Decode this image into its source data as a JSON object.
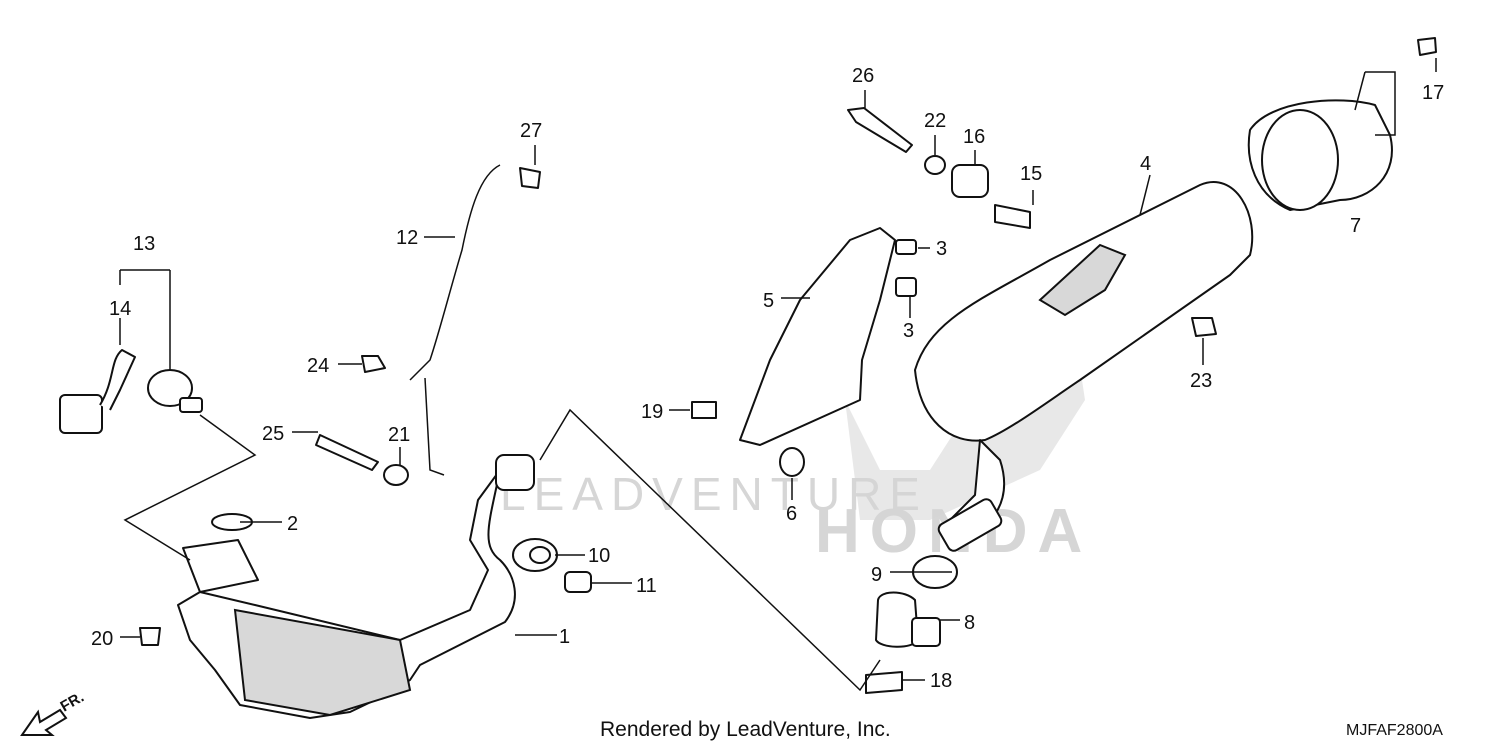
{
  "watermark": {
    "text": "LEADVENTURE",
    "brand": "HONDA"
  },
  "callouts": {
    "n1": "1",
    "n2": "2",
    "n3a": "3",
    "n3b": "3",
    "n4": "4",
    "n5": "5",
    "n6": "6",
    "n7": "7",
    "n8": "8",
    "n9": "9",
    "n10": "10",
    "n11": "11",
    "n12": "12",
    "n13": "13",
    "n14": "14",
    "n15": "15",
    "n16": "16",
    "n17": "17",
    "n18": "18",
    "n19": "19",
    "n20": "20",
    "n21": "21",
    "n22": "22",
    "n23": "23",
    "n24": "24",
    "n25": "25",
    "n26": "26",
    "n27": "27"
  },
  "direction_marker": "FR.",
  "footer": {
    "credit": "Rendered by LeadVenture, Inc.",
    "diagram_code": "MJFAF2800A"
  },
  "colors": {
    "line": "#111111",
    "shade": "#d8d8d8",
    "watermark": "#d6d6d6"
  }
}
